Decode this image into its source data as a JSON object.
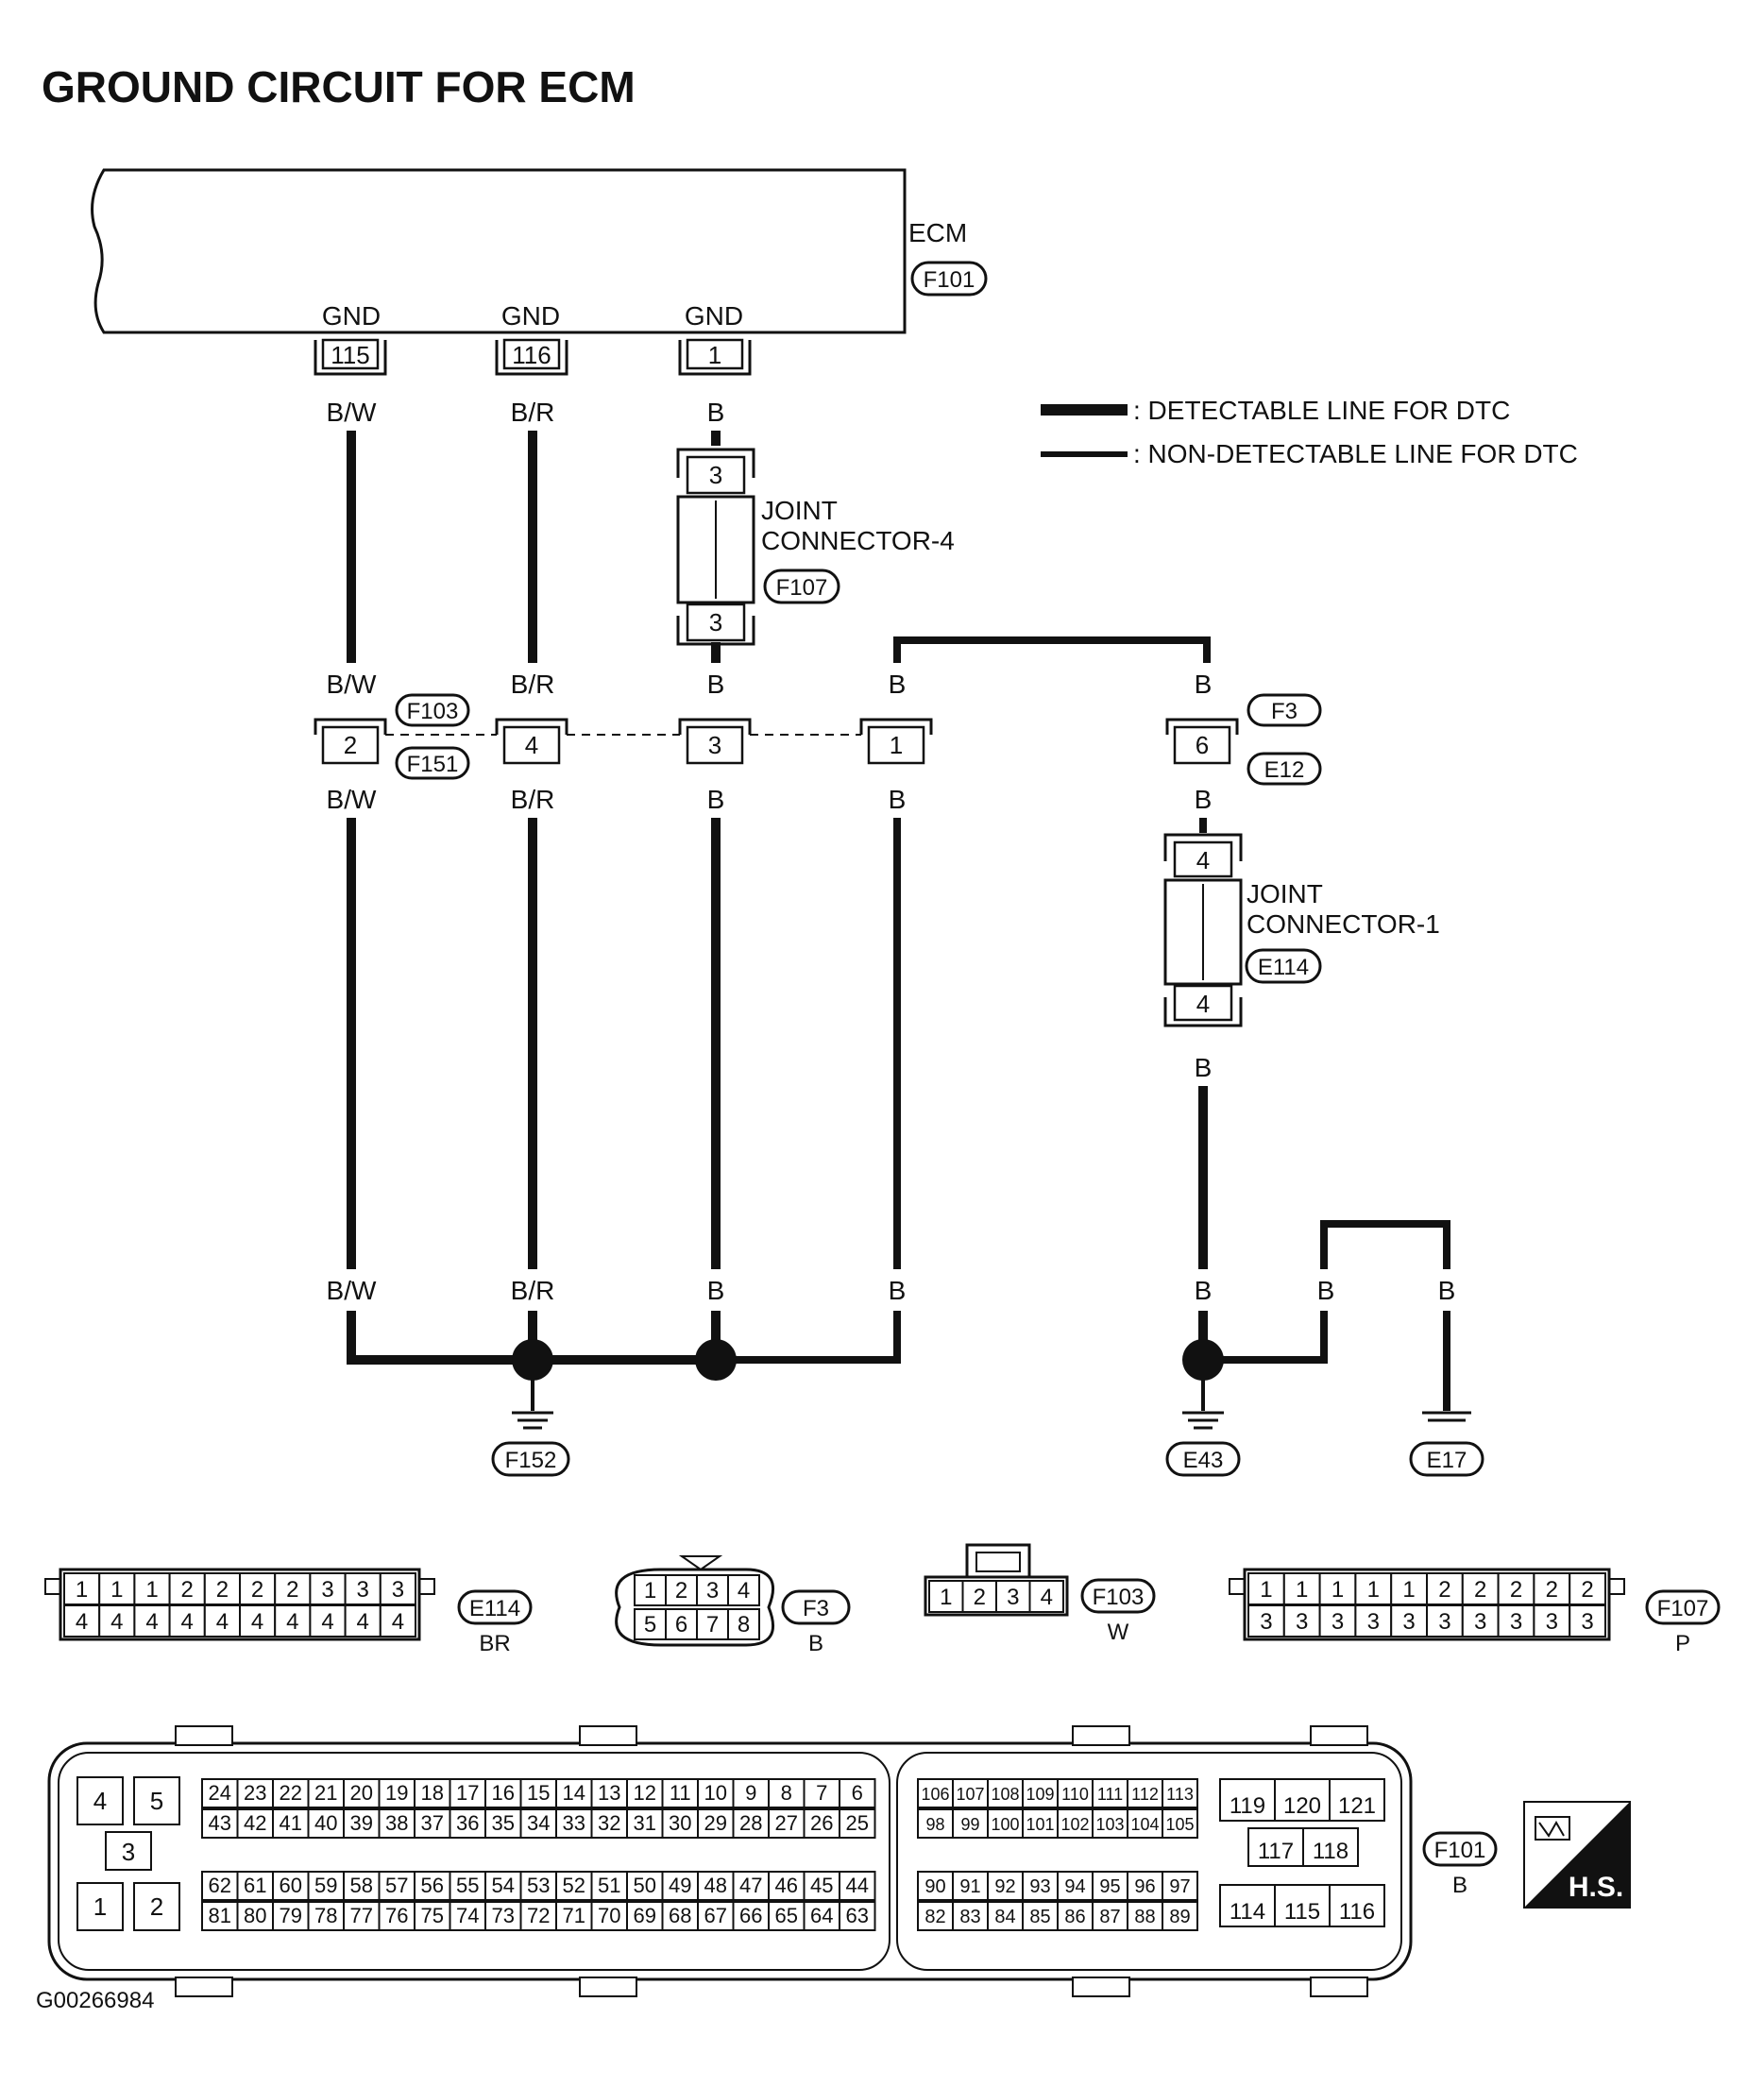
{
  "title": "GROUND CIRCUIT FOR ECM",
  "ecm": {
    "name": "ECM",
    "connector": "F101"
  },
  "gnd_label": "GND",
  "ecm_pins": [
    "115",
    "116",
    "1"
  ],
  "legend": {
    "detectable": ": DETECTABLE LINE FOR DTC",
    "non_detectable": ": NON-DETECTABLE LINE FOR DTC"
  },
  "wire_colors": {
    "bw": "B/W",
    "br": "B/R",
    "b": "B"
  },
  "joint4": {
    "line1": "JOINT",
    "line2": "CONNECTOR-4",
    "connector": "F107",
    "pin": "3"
  },
  "joint1": {
    "line1": "JOINT",
    "line2": "CONNECTOR-1",
    "connector": "E114",
    "pin": "4"
  },
  "mid_connectors": {
    "left_top": "F103",
    "left_bottom": "F151",
    "right_top": "F3",
    "right_bottom": "E12",
    "pins": [
      "2",
      "4",
      "3",
      "1",
      "6"
    ]
  },
  "grounds": [
    "F152",
    "E43",
    "E17"
  ],
  "views": {
    "e114": {
      "id": "E114",
      "color": "BR",
      "top": [
        "1",
        "1",
        "1",
        "2",
        "2",
        "2",
        "2",
        "3",
        "3",
        "3"
      ],
      "bottom": [
        "4",
        "4",
        "4",
        "4",
        "4",
        "4",
        "4",
        "4",
        "4",
        "4"
      ]
    },
    "f3": {
      "id": "F3",
      "color": "B",
      "top": [
        "1",
        "2",
        "3",
        "4"
      ],
      "bottom": [
        "5",
        "6",
        "7",
        "8"
      ]
    },
    "f103": {
      "id": "F103",
      "color": "W",
      "pins": [
        "1",
        "2",
        "3",
        "4"
      ]
    },
    "f107": {
      "id": "F107",
      "color": "P",
      "top": [
        "1",
        "1",
        "1",
        "1",
        "1",
        "2",
        "2",
        "2",
        "2",
        "2"
      ],
      "bottom": [
        "3",
        "3",
        "3",
        "3",
        "3",
        "3",
        "3",
        "3",
        "3",
        "3"
      ]
    },
    "f101": {
      "id": "F101",
      "color": "B",
      "left_block": [
        "4",
        "5",
        "3",
        "1",
        "2"
      ],
      "row1": [
        "24",
        "23",
        "22",
        "21",
        "20",
        "19",
        "18",
        "17",
        "16",
        "15",
        "14",
        "13",
        "12",
        "11",
        "10",
        "9",
        "8",
        "7",
        "6"
      ],
      "row2": [
        "43",
        "42",
        "41",
        "40",
        "39",
        "38",
        "37",
        "36",
        "35",
        "34",
        "33",
        "32",
        "31",
        "30",
        "29",
        "28",
        "27",
        "26",
        "25"
      ],
      "row3": [
        "62",
        "61",
        "60",
        "59",
        "58",
        "57",
        "56",
        "55",
        "54",
        "53",
        "52",
        "51",
        "50",
        "49",
        "48",
        "47",
        "46",
        "45",
        "44"
      ],
      "row4": [
        "81",
        "80",
        "79",
        "78",
        "77",
        "76",
        "75",
        "74",
        "73",
        "72",
        "71",
        "70",
        "69",
        "68",
        "67",
        "66",
        "65",
        "64",
        "63"
      ],
      "mid_row1": [
        "106",
        "107",
        "108",
        "109",
        "110",
        "111",
        "112",
        "113"
      ],
      "mid_row2": [
        "98",
        "99",
        "100",
        "101",
        "102",
        "103",
        "104",
        "105"
      ],
      "mid_row3": [
        "90",
        "91",
        "92",
        "93",
        "94",
        "95",
        "96",
        "97"
      ],
      "mid_row4": [
        "82",
        "83",
        "84",
        "85",
        "86",
        "87",
        "88",
        "89"
      ],
      "right_top": [
        "119",
        "120",
        "121"
      ],
      "right_mid": [
        "117",
        "118"
      ],
      "right_bot": [
        "114",
        "115",
        "116"
      ]
    }
  },
  "hs_badge": "H.S.",
  "figure_id": "G00266984"
}
